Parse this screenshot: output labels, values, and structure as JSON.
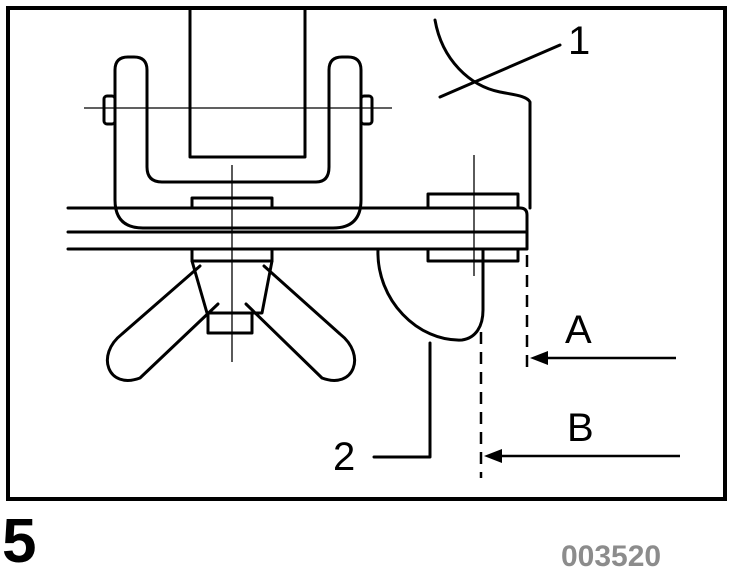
{
  "labels": {
    "part_1": "1",
    "part_2": "2",
    "dim_a": "A",
    "dim_b": "B"
  },
  "figure_number": "5",
  "reference_code": "003520",
  "colors": {
    "line": "#000000",
    "ref_code": "#8c8c8c",
    "background": "#ffffff"
  }
}
